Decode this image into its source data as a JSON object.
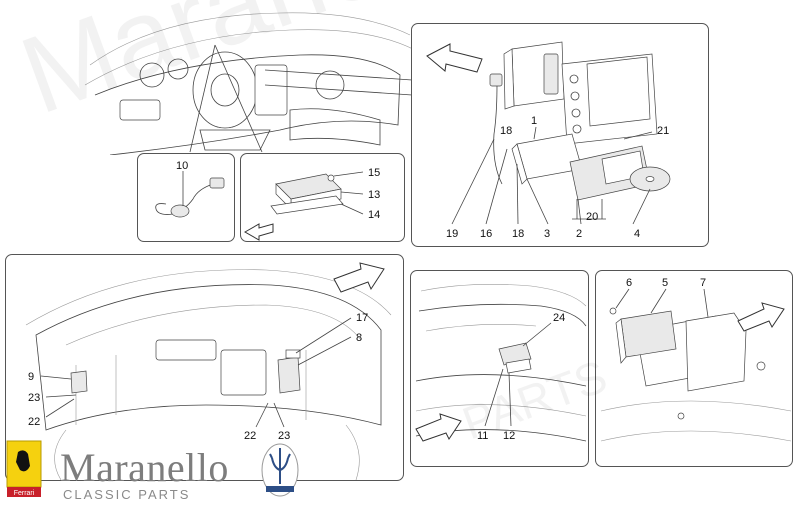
{
  "brand": {
    "name": "Maranello",
    "subtitle": "CLASSIC PARTS",
    "logo_badge_text": "Ferrari",
    "watermark_text": "Maranello",
    "watermark_sub": "PARTS",
    "colors": {
      "text": "#7d7d7d",
      "badge_yellow": "#f5d10f",
      "badge_red": "#c8202a",
      "trident_blue": "#2d4e86"
    }
  },
  "callouts": {
    "p10": "10",
    "p15": "15",
    "p13": "13",
    "p14": "14",
    "p1": "1",
    "p18a": "18",
    "p21": "21",
    "p19": "19",
    "p16": "16",
    "p18b": "18",
    "p3": "3",
    "p20": "20",
    "p2": "2",
    "p4": "4",
    "p17": "17",
    "p8": "8",
    "p9": "9",
    "p23a": "23",
    "p22a": "22",
    "p22b": "22",
    "p23b": "23",
    "p24": "24",
    "p11": "11",
    "p12": "12",
    "p6": "6",
    "p5": "5",
    "p7": "7"
  },
  "icons": {
    "direction": "direction-arrow-icon",
    "ferrari_badge": "ferrari-badge-icon",
    "trident": "maserati-trident-icon"
  }
}
